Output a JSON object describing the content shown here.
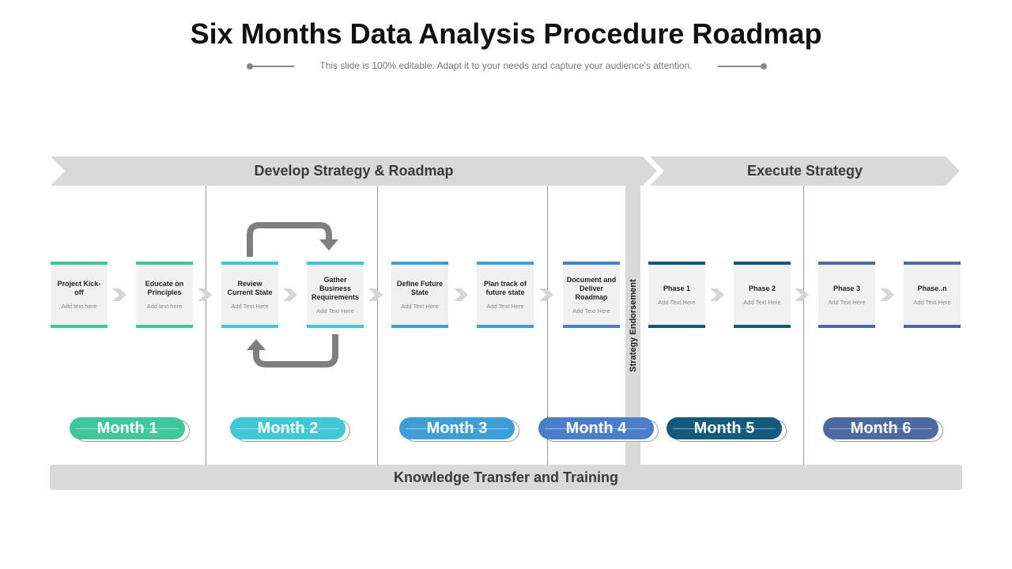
{
  "title": "Six Months Data Analysis Procedure Roadmap",
  "subtitle": "This slide is 100% editable. Adapt it to your needs and capture your audience's attention.",
  "banners": {
    "develop": "Develop Strategy & Roadmap",
    "execute": "Execute Strategy"
  },
  "endorsement": "Strategy Endorsement",
  "bottom_bar": "Knowledge Transfer and Training",
  "colors": {
    "green": "#3fc69a",
    "teal": "#40c8d6",
    "blue": "#3e9fd6",
    "royal": "#4a7ec9",
    "navy": "#13597a",
    "slate": "#4d6aa0",
    "gray_bar": "#d9d9d9"
  },
  "cards": [
    {
      "title": "Project Kick-off",
      "sub": "Add text here"
    },
    {
      "title": "Educate on Principles",
      "sub": "Add text here"
    },
    {
      "title": "Review Current State",
      "sub": "Add Text Here"
    },
    {
      "title": "Gather Business Requirements",
      "sub": "Add Text Here"
    },
    {
      "title": "Define Future State",
      "sub": "Add Text Here"
    },
    {
      "title": "Plan track of future state",
      "sub": "Add Text Here"
    },
    {
      "title": "Document and Deliver Roadmap",
      "sub": "Add Text Here"
    },
    {
      "title": "Phase 1",
      "sub": "Add Text Here"
    },
    {
      "title": "Phase 2",
      "sub": "Add Text Here"
    },
    {
      "title": "Phase 3",
      "sub": "Add Text Here"
    },
    {
      "title": "Phase..n",
      "sub": "Add Text Here"
    }
  ],
  "months": [
    "Month 1",
    "Month 2",
    "Month 3",
    "Month 4",
    "Month 5",
    "Month 6"
  ]
}
